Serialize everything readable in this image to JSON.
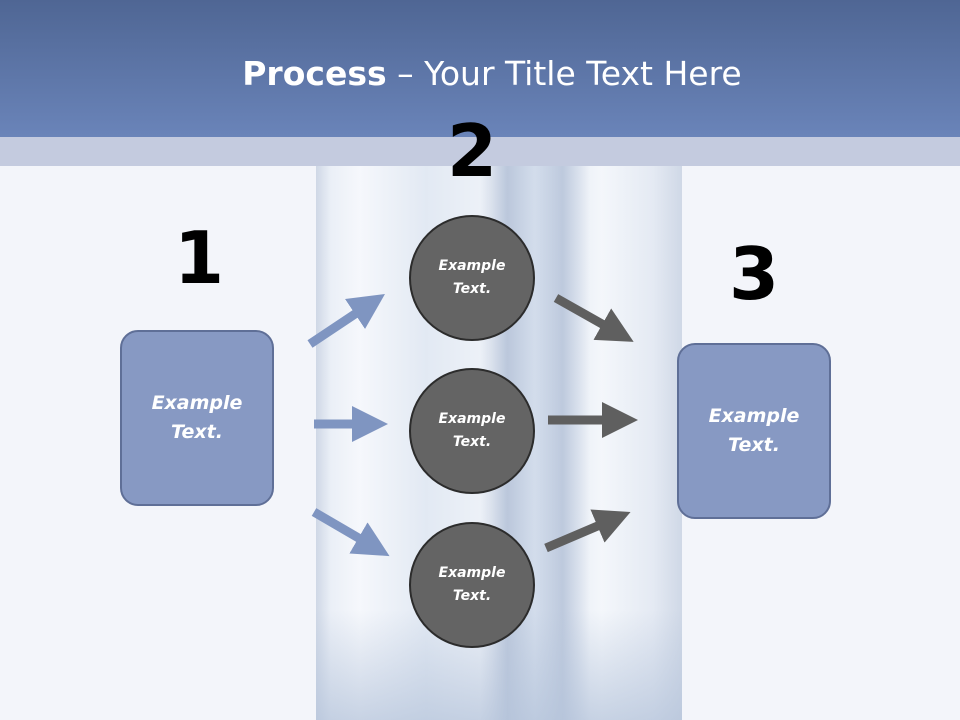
{
  "title": {
    "bold": "Process",
    "rest": " – Your Title Text Here"
  },
  "steps": {
    "step1": "1",
    "step2": "2",
    "step3": "3"
  },
  "left_box": {
    "line1": "Example",
    "line2": "Text."
  },
  "circles": [
    {
      "line1": "Example",
      "line2": "Text."
    },
    {
      "line1": "Example",
      "line2": "Text."
    },
    {
      "line1": "Example",
      "line2": "Text."
    }
  ],
  "right_box": {
    "line1": "Example",
    "line2": "Text."
  },
  "colors": {
    "header": "#6a84b9",
    "box_fill": "#8799c3",
    "circle_fill": "#646464",
    "blue_arrow": "#7f95c1",
    "gray_arrow": "#5f5f5f"
  }
}
